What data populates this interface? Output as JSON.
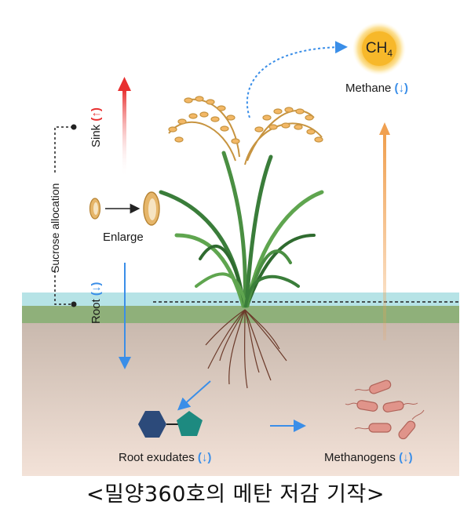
{
  "methane": {
    "formula": "CH",
    "subscript": "4",
    "label": "Methane",
    "trend": "(↓)"
  },
  "sink": {
    "label": "Sink",
    "trend": "(↑)"
  },
  "root": {
    "label": "Root",
    "trend": "(↓)"
  },
  "sucrose": {
    "label": "Sucrose allocation"
  },
  "enlarge": {
    "label": "Enlarge"
  },
  "root_exudates": {
    "label": "Root exudates",
    "trend": "(↓)"
  },
  "methanogens": {
    "label": "Methanogens",
    "trend": "(↓)"
  },
  "caption": "<밀양360호의 메탄 저감 기작>",
  "colors": {
    "sink_arrow": "#e83030",
    "root_arrow": "#3a8ee8",
    "methane_arrow": "#f0a050",
    "sun": "#f7b82a",
    "soil_top": "#8fb07a",
    "water": "#b6e3e6"
  }
}
